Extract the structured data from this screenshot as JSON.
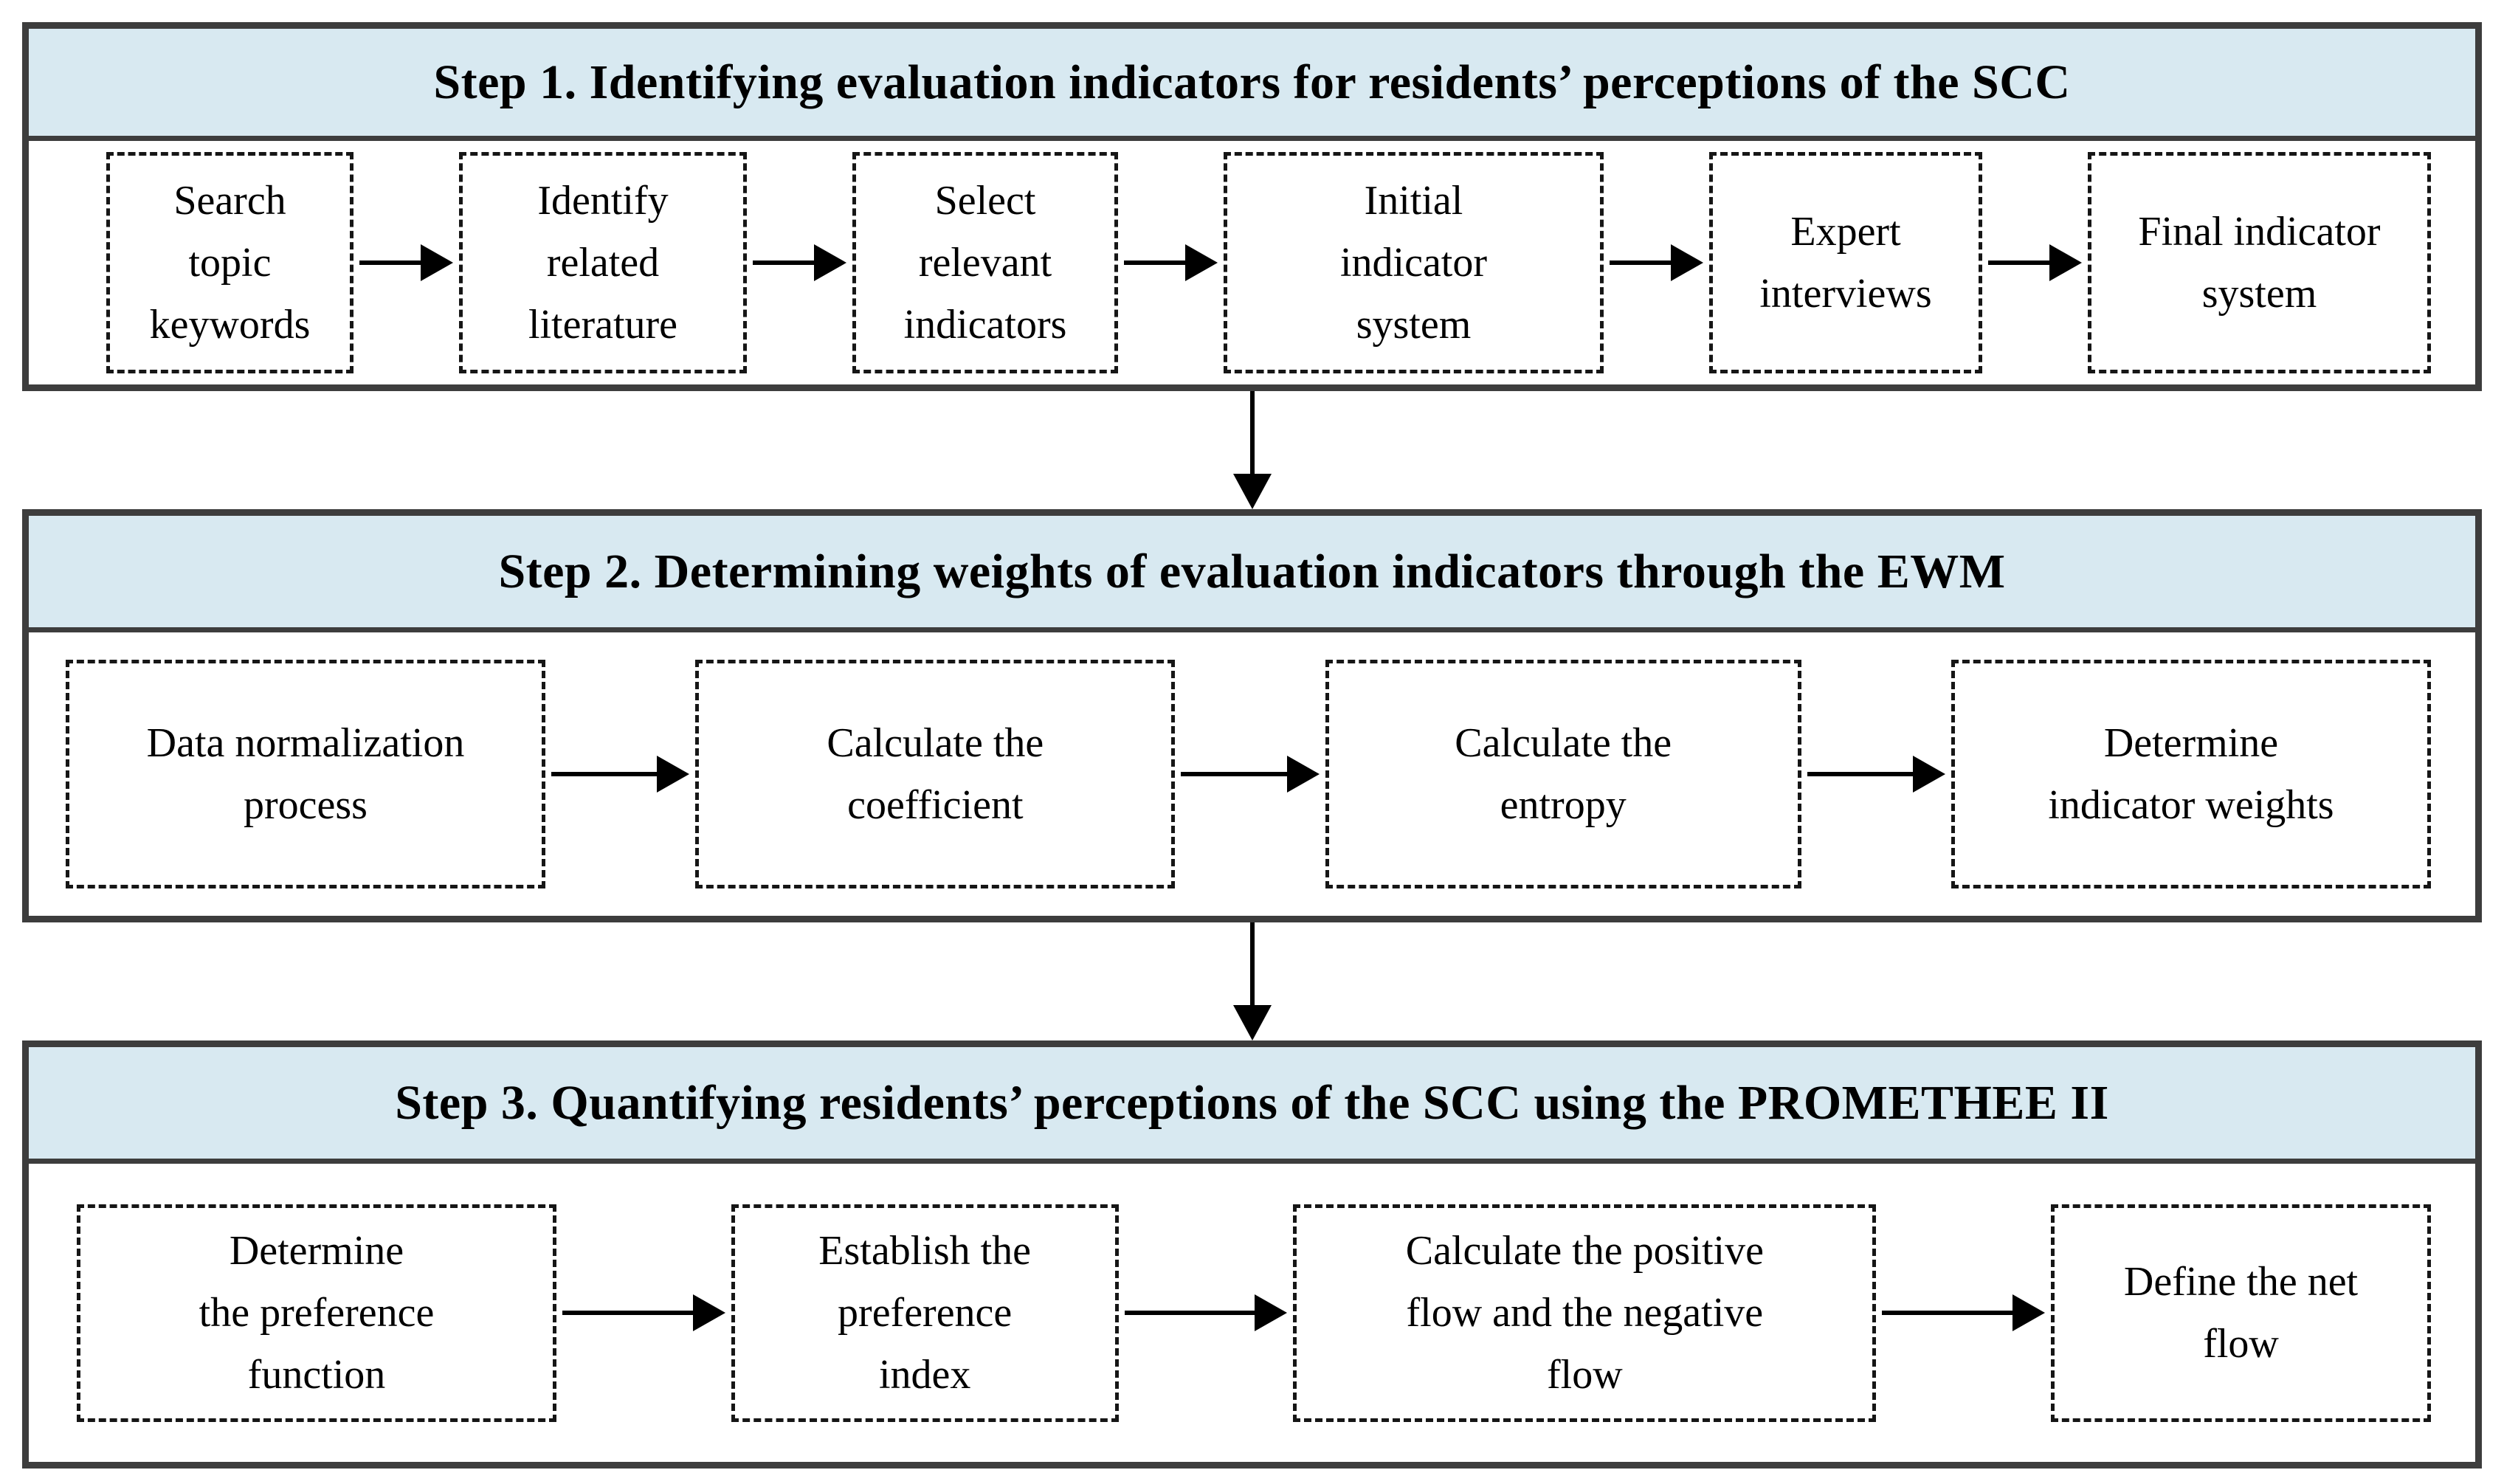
{
  "colors": {
    "header_band_bg": "#d8e9f1",
    "panel_border": "#3d3d3d",
    "dashed_box_border": "#161616",
    "arrow": "#000000",
    "text": "#000000",
    "page_bg": "#ffffff"
  },
  "steps": [
    {
      "title": "Step 1. Identifying evaluation indicators for residents’ perceptions of the SCC",
      "boxes": [
        "Search\ntopic\nkeywords",
        "Identify\nrelated\nliterature",
        "Select\nrelevant\nindicators",
        "Initial\nindicator\nsystem",
        "Expert\ninterviews",
        "Final indicator\nsystem"
      ]
    },
    {
      "title": "Step 2. Determining weights of evaluation indicators through the EWM",
      "boxes": [
        "Data normalization\nprocess",
        "Calculate the\ncoefficient",
        "Calculate the\nentropy",
        "Determine\nindicator weights"
      ]
    },
    {
      "title": "Step 3. Quantifying residents’ perceptions of the SCC using the PROMETHEE II",
      "boxes": [
        "Determine\nthe preference\nfunction",
        "Establish the\npreference\nindex",
        "Calculate the positive\nflow  and the negative\nflow",
        "Define the net\nflow"
      ]
    }
  ]
}
